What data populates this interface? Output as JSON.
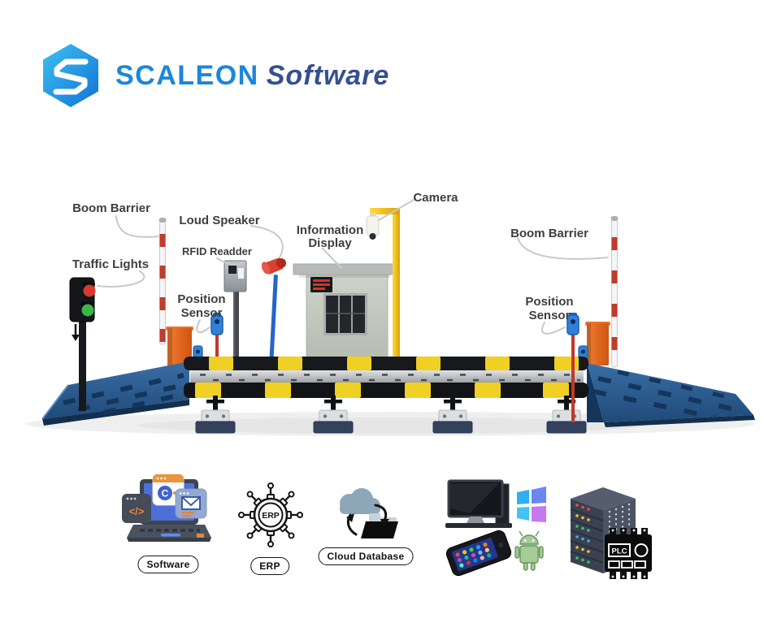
{
  "logo": {
    "brand": "SCALEON",
    "suffix": "Software"
  },
  "diagram": {
    "labels": {
      "boom_barrier_left": "Boom Barrier",
      "traffic_lights": "Traffic Lights",
      "loud_speaker": "Loud Speaker",
      "rfid_reader": "RFID Readder",
      "position_sensor_left": {
        "line1": "Position",
        "line2": "Sensor"
      },
      "information_display": {
        "line1": "Information",
        "line2": "Display"
      },
      "camera": "Camera",
      "boom_barrier_right": "Boom Barrier",
      "position_sensor_right": {
        "line1": "Position",
        "line2": "Sensor"
      }
    }
  },
  "integrations": {
    "software": {
      "label": "Software",
      "code_glyph": "</>",
      "badge_letter": "C"
    },
    "erp": {
      "label": "ERP",
      "gear_text": "ERP"
    },
    "cloud_database": {
      "label": "Cloud Database"
    },
    "plc": {
      "chip_text": "PLC"
    }
  },
  "colors": {
    "brand_blue": "#1b86db",
    "brand_dark_blue": "#35508f",
    "hexagon_light": "#3cc0f2",
    "hexagon_dark": "#1273d5",
    "barrier_stripe_red": "#c23b2c",
    "cabinet_orange": "#e06a21",
    "ramp_blue": "#2b5b8e",
    "hazard_yellow": "#f0d023",
    "label_text": "#3e3e3e"
  }
}
